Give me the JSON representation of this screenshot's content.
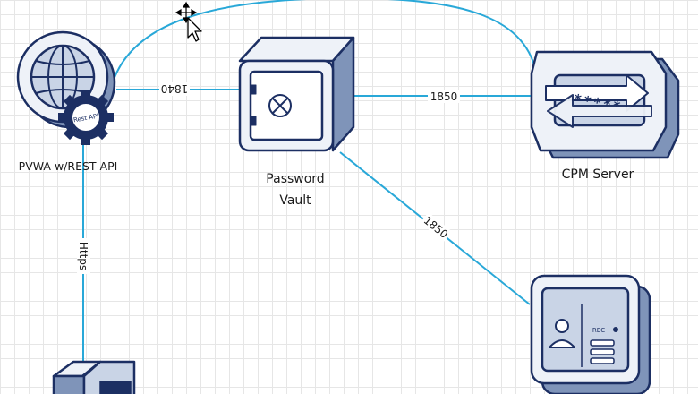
{
  "nodes": {
    "pvwa": {
      "label": "PVWA w/REST API",
      "badge": "Rest API"
    },
    "vault": {
      "label_line1": "Password",
      "label_line2": "Vault"
    },
    "cpm": {
      "label": "CPM Server",
      "mask": "*****"
    },
    "psm": {
      "badge": "REC"
    }
  },
  "edges": {
    "pvwa_vault": "1840",
    "vault_cpm": "1850",
    "vault_psm": "1850",
    "pvwa_client": "Https"
  },
  "colors": {
    "line": "#29a8d8",
    "stroke": "#1c2f63",
    "fill_light": "#eef2f8",
    "fill_mid": "#c9d4e6",
    "fill_dark": "#7f94b9"
  }
}
